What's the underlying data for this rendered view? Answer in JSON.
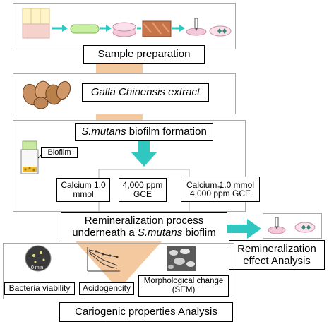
{
  "steps": {
    "sample_preparation": "Sample preparation",
    "extract": "Galla Chinensis extract",
    "biofilm_species": "S.mutans",
    "biofilm_rest": " biofilm formation",
    "biofilm_label": "Biofilm",
    "remin_line1": "Remineralization process",
    "remin_line2_pre": "underneath a ",
    "remin_line2_species": "S.mutans",
    "remin_line2_post": " bioflim",
    "remin_effect_line1": "Remineralization",
    "remin_effect_line2": "effect Analysis",
    "cariogenic": "Cariogenic properties Analysis"
  },
  "groups": {
    "g1_line1": "Calcium 1.0",
    "g1_line2": "mmol",
    "g2_line1": "4,000 ppm",
    "g2_line2": "GCE",
    "g3_line1": "Calcium 1.0 mmol",
    "g3_plus": "+",
    "g3_line2": "4,000 ppm GCE"
  },
  "analyses": {
    "viability": "Bacteria viability",
    "acidogenicity": "Acidogencity",
    "morph_line1": "Morphological change",
    "morph_line2": "(SEM)",
    "scale_label": "0 min"
  },
  "colors": {
    "flow_band": "#f5c9a0",
    "arrow_teal": "#2fc7c0",
    "panel_border": "#a9a9a9"
  }
}
